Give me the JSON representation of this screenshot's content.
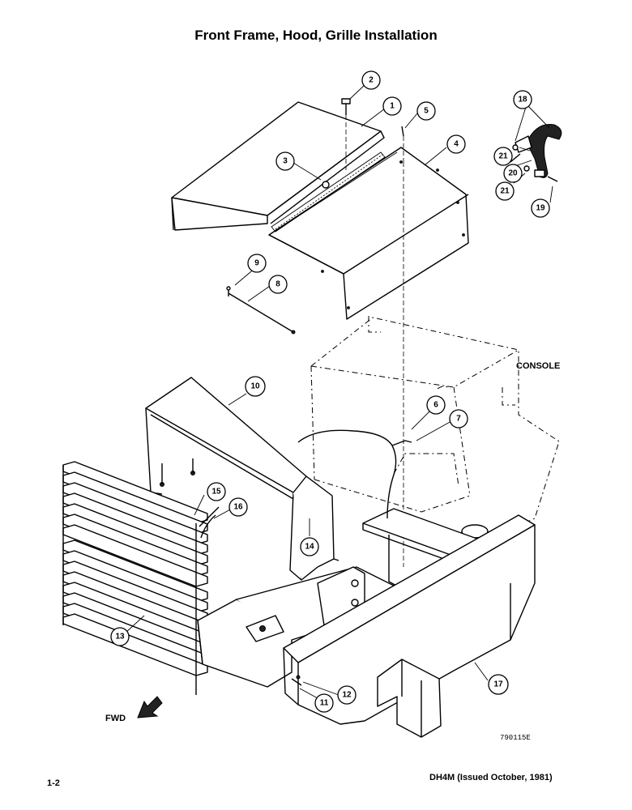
{
  "title": "Front Frame, Hood, Grille Installation",
  "labels": {
    "console": "CONSOLE",
    "fwd": "FWD"
  },
  "drawing_number": "790115E",
  "footer": {
    "page_number": "1-2",
    "doc_id": "DH4M (Issued October, 1981)"
  },
  "callouts": [
    {
      "id": "c1",
      "label": "1"
    },
    {
      "id": "c2",
      "label": "2"
    },
    {
      "id": "c3",
      "label": "3"
    },
    {
      "id": "c4",
      "label": "4"
    },
    {
      "id": "c5",
      "label": "5"
    },
    {
      "id": "c6",
      "label": "6"
    },
    {
      "id": "c7",
      "label": "7"
    },
    {
      "id": "c8",
      "label": "8"
    },
    {
      "id": "c9",
      "label": "9"
    },
    {
      "id": "c10",
      "label": "10"
    },
    {
      "id": "c11",
      "label": "11"
    },
    {
      "id": "c12",
      "label": "12"
    },
    {
      "id": "c13",
      "label": "13"
    },
    {
      "id": "c14",
      "label": "14"
    },
    {
      "id": "c15",
      "label": "15"
    },
    {
      "id": "c16",
      "label": "16"
    },
    {
      "id": "c17",
      "label": "17"
    },
    {
      "id": "c18",
      "label": "18"
    },
    {
      "id": "c19",
      "label": "19"
    },
    {
      "id": "c20",
      "label": "20"
    },
    {
      "id": "c21a",
      "label": "21"
    },
    {
      "id": "c21b",
      "label": "21"
    }
  ]
}
